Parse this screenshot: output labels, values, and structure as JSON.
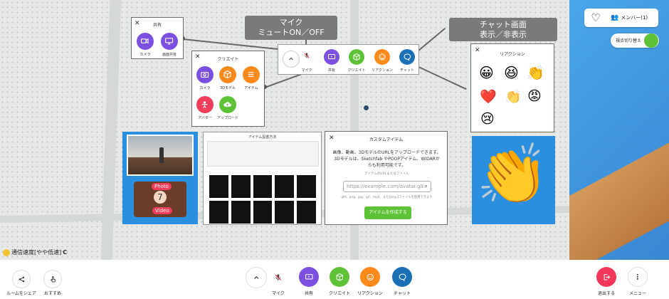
{
  "callouts": {
    "mic": "マイク\nミュートON／OFF",
    "chat": "チャット画面\n表示／非表示"
  },
  "share_panel": {
    "title": "共有",
    "items": [
      {
        "label": "カメラ",
        "icon": "video-camera-icon",
        "color": "#7b4fe0"
      },
      {
        "label": "画面共有",
        "icon": "monitor-icon",
        "color": "#7b4fe0"
      }
    ]
  },
  "create_panel": {
    "title": "クリエイト",
    "items": [
      {
        "label": "カメラ",
        "icon": "camera-icon",
        "color": "#7b4fe0"
      },
      {
        "label": "3Dモデル",
        "icon": "cube-icon",
        "color": "#ff8a1c"
      },
      {
        "label": "アイテム",
        "icon": "list-icon",
        "color": "#ff8a1c"
      },
      {
        "label": "アバター",
        "icon": "avatar-icon",
        "color": "#f23d5c"
      },
      {
        "label": "アップロード",
        "icon": "cloud-upload-icon",
        "color": "#5ec237"
      }
    ]
  },
  "mini_toolbar": {
    "items": [
      {
        "label": "",
        "icon": "chevron-up-icon"
      },
      {
        "label": "マイク",
        "icon": "mic-muted-icon"
      },
      {
        "label": "共有",
        "icon": "share-screen-icon",
        "color": "#7b4fe0"
      },
      {
        "label": "クリエイト",
        "icon": "cube-icon",
        "color": "#5ec237"
      },
      {
        "label": "リアクション",
        "icon": "smile-icon",
        "color": "#ff8a1c"
      },
      {
        "label": "チャット",
        "icon": "chat-bubble-icon",
        "color": "#1a6fb5"
      }
    ]
  },
  "reaction_panel": {
    "title": "リアクション",
    "emojis": [
      "😀",
      "😆",
      "👏",
      "❤️",
      "👏",
      "😡",
      "😢"
    ]
  },
  "custom_item_panel": {
    "title": "カスタムアイテム",
    "description": "画像、動画、3DモデルのURLをアップロードできます。3Dモデルは、Sketchfab やPOOPアイテム、WIDARからも利用可能です。",
    "url_label": "アイテムのURLまたはファイル",
    "url_placeholder": "https://example.com/avatar.glt",
    "hint": "gltf、png、jpg、gif、mp4、またはmp3ファイルを使用できます",
    "button": "アイテムを作成する"
  },
  "avatar_panel": {
    "title": "アイテム設置方法"
  },
  "photo_card": {
    "photo_label": "Photo",
    "count": "7",
    "video_label": "Video"
  },
  "network_status": "通信速度[やや低速]",
  "top_right": {
    "members_label": "メンバー(1)",
    "viewpoint_label": "視点切り替え"
  },
  "bottom_bar": {
    "left": [
      {
        "label": "ルームをシェア",
        "icon": "share-icon"
      },
      {
        "label": "おすすめ",
        "icon": "pointer-hand-icon"
      }
    ],
    "center": [
      {
        "label": "",
        "icon": "chevron-up-icon"
      },
      {
        "label": "マイク",
        "icon": "mic-muted-icon"
      },
      {
        "label": "共有",
        "icon": "share-screen-icon",
        "color": "#7b4fe0"
      },
      {
        "label": "クリエイト",
        "icon": "cube-icon",
        "color": "#5ec237"
      },
      {
        "label": "リアクション",
        "icon": "smile-icon",
        "color": "#ff8a1c"
      },
      {
        "label": "チャット",
        "icon": "chat-bubble-icon",
        "color": "#1a6fb5"
      }
    ],
    "right": [
      {
        "label": "退出する",
        "icon": "exit-icon",
        "color": "#f2385a"
      },
      {
        "label": "メニュー",
        "icon": "more-vertical-icon"
      }
    ]
  }
}
